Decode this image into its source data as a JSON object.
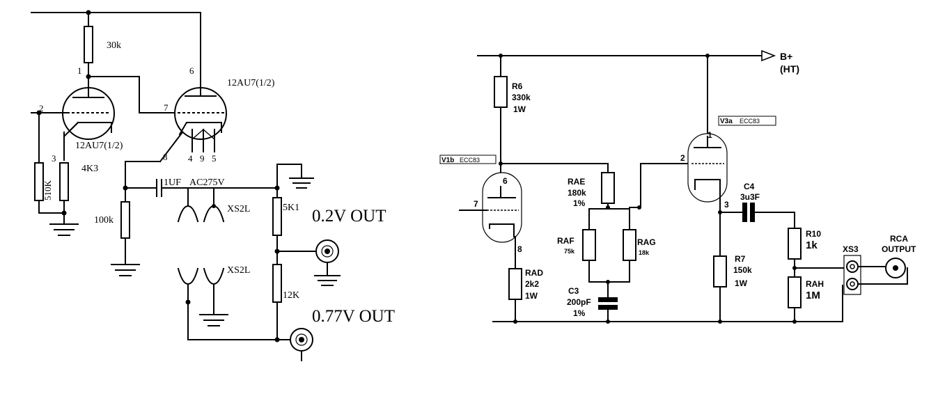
{
  "left": {
    "pins": [
      "1",
      "2",
      "3",
      "6",
      "7",
      "8",
      "4",
      "9",
      "5"
    ],
    "tube_label_a": "12AU7(1/2)",
    "tube_label_b": "12AU7(1/2)",
    "r_plate": "30k",
    "r_grid": "510K",
    "r_cathode": "4K3",
    "r_100k": "100k",
    "cap": "1UF",
    "cap_rating": "AC275V",
    "xfmr_top": "XS2L",
    "xfmr_bottom": "XS2L",
    "r_5k1": "5K1",
    "r_12k": "12K",
    "out_low": "0.2V OUT",
    "out_high": "0.77V OUT"
  },
  "right": {
    "supply": "B+",
    "supply_sub": "(HT)",
    "r6_name": "R6",
    "r6_val": "330k",
    "r6_w": "1W",
    "v1b_name": "V1b",
    "v1b_type": "ECC83",
    "v3a_name": "V3a",
    "v3a_type": "ECC83",
    "v1b_pins": [
      "6",
      "7",
      "8"
    ],
    "v3a_pins": [
      "1",
      "2",
      "3"
    ],
    "rae_name": "RAE",
    "rae_val": "180k",
    "rae_tol": "1%",
    "raf_name": "RAF",
    "raf_val": "75k",
    "rag_name": "RAG",
    "rag_val": "18k",
    "rad_name": "RAD",
    "rad_val": "2k2",
    "rad_w": "1W",
    "c3_name": "C3",
    "c3_val": "200pF",
    "c3_tol": "1%",
    "c4_name": "C4",
    "c4_val": "3u3F",
    "r7_name": "R7",
    "r7_val": "150k",
    "r7_w": "1W",
    "r10_name": "R10",
    "r10_val": "1k",
    "rah_name": "RAH",
    "rah_val": "1M",
    "xs3": "XS3",
    "rca_line1": "RCA",
    "rca_line2": "OUTPUT"
  }
}
